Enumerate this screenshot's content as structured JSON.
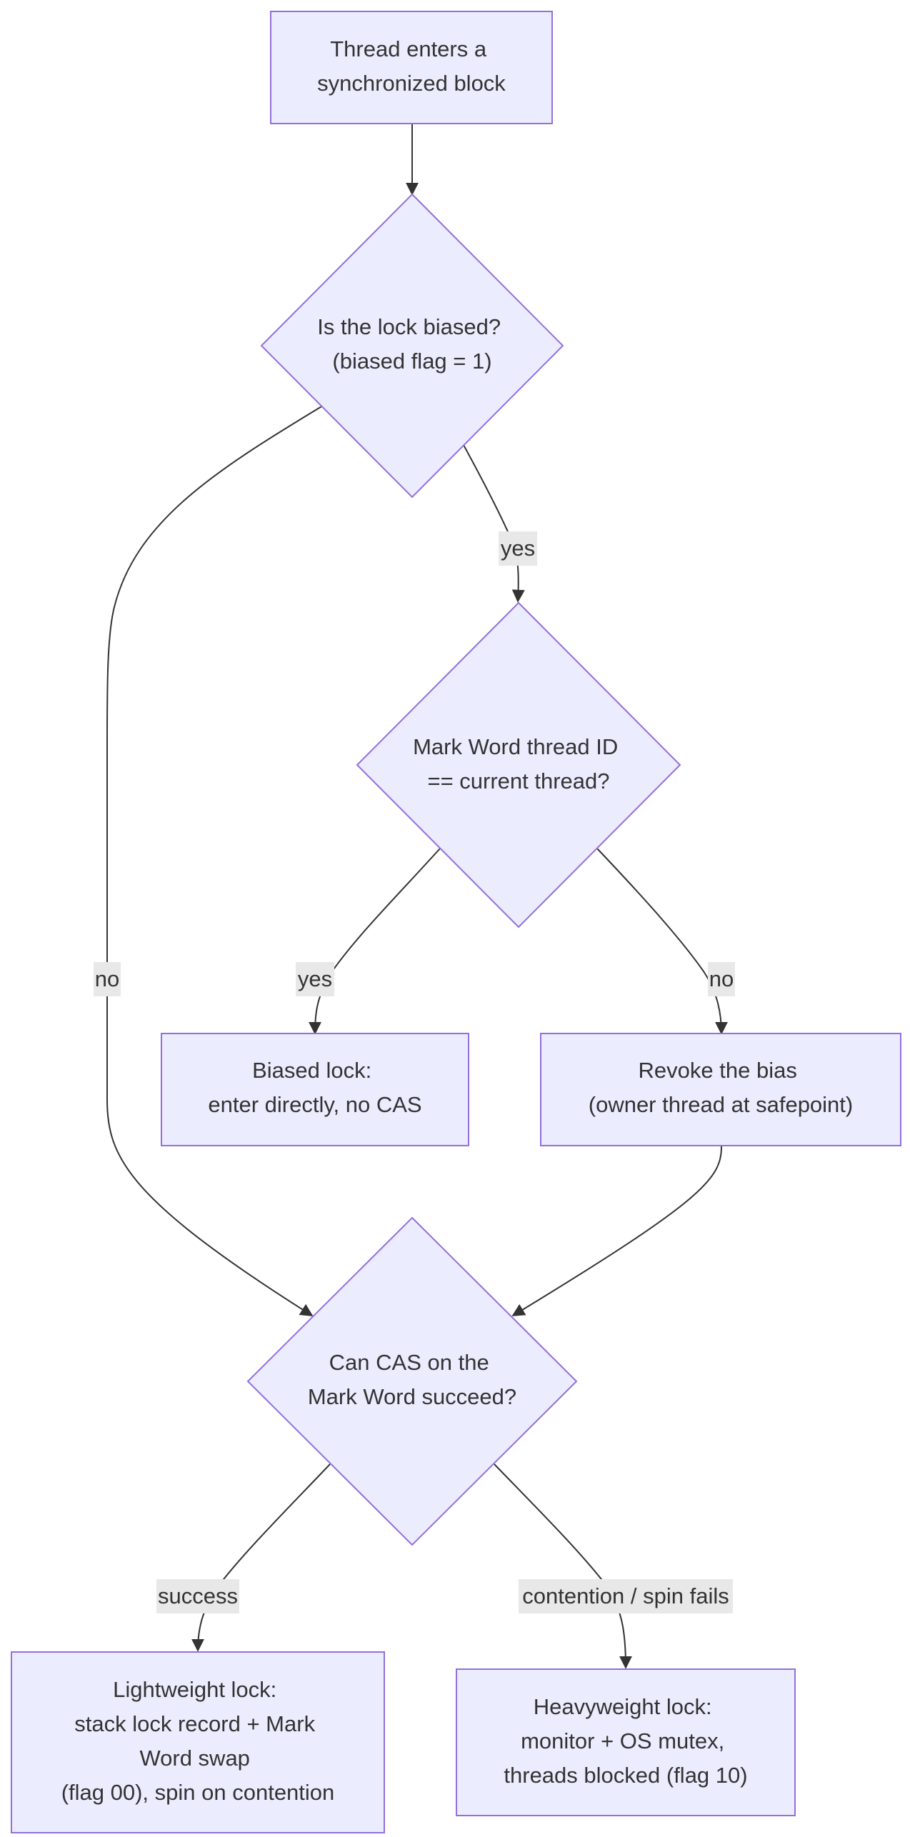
{
  "nodes": {
    "start": {
      "lines": [
        "Thread enters a",
        "synchronized block"
      ]
    },
    "is_biased": {
      "lines": [
        "Is the lock biased?",
        "(biased flag = 1)"
      ]
    },
    "thread_id_check": {
      "lines": [
        "Mark Word thread ID",
        "== current thread?"
      ]
    },
    "biased_lock": {
      "lines": [
        "Biased lock:",
        "enter directly, no CAS"
      ]
    },
    "revoke_bias": {
      "lines": [
        "Revoke the bias",
        "(owner thread at safepoint)"
      ]
    },
    "cas_check": {
      "lines": [
        "Can CAS on the",
        "Mark Word succeed?"
      ]
    },
    "lightweight_lock": {
      "lines": [
        "Lightweight lock:",
        "stack lock record + Mark",
        "Word swap",
        "(flag 00), spin on contention"
      ]
    },
    "heavyweight_lock": {
      "lines": [
        "Heavyweight lock:",
        "monitor + OS mutex,",
        "threads blocked (flag 10)"
      ]
    }
  },
  "edge_labels": {
    "biased_yes": "yes",
    "biased_no": "no",
    "thread_yes": "yes",
    "thread_no": "no",
    "cas_success": "success",
    "cas_contention": "contention / spin fails"
  },
  "colors": {
    "node_fill": "#ECECFF",
    "node_stroke": "#9370DB",
    "edge": "#333333",
    "label_bg": "#e8e8e8"
  }
}
